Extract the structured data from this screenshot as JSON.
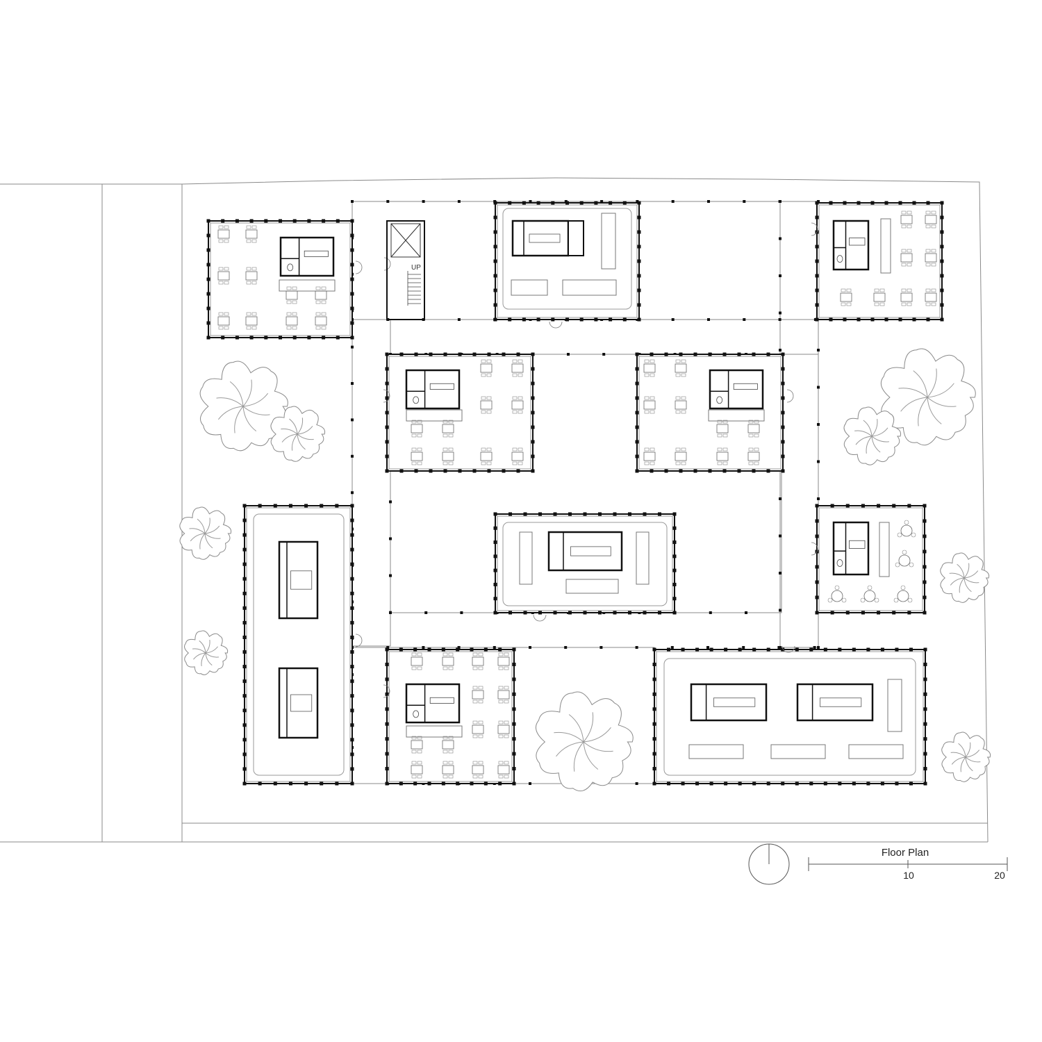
{
  "plan": {
    "stair_label": "UP"
  },
  "legend": {
    "title": "Floor Plan",
    "scale_ticks": [
      "10",
      "20"
    ]
  },
  "colors": {
    "line": "#8a8a8a",
    "wall": "#111111",
    "background": "#ffffff"
  },
  "icons": {
    "north": "north-arrow-icon",
    "tree": "tree-icon"
  }
}
